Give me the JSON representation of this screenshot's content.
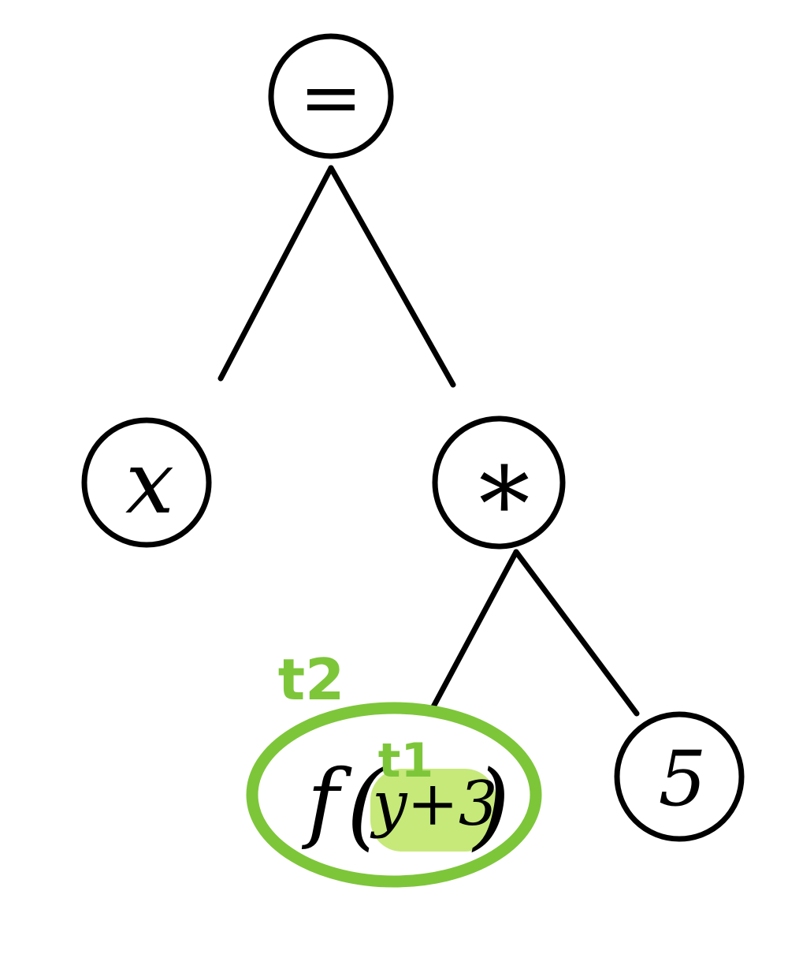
{
  "tree": {
    "root": {
      "label": "="
    },
    "left_leaf": {
      "label": "x"
    },
    "multiply": {
      "label": "*"
    },
    "call": {
      "func": "f",
      "arg_open": "(",
      "arg": "y+3",
      "arg_close": ")"
    },
    "five": {
      "label": "5"
    }
  },
  "annotations": {
    "outer_temp": {
      "label": "t2"
    },
    "inner_temp": {
      "label": "t1"
    }
  },
  "colors": {
    "stroke": "#000000",
    "highlight_ring": "#7dc63a",
    "highlight_fill": "#c6e97a",
    "annotation_text": "#7dc63a"
  }
}
